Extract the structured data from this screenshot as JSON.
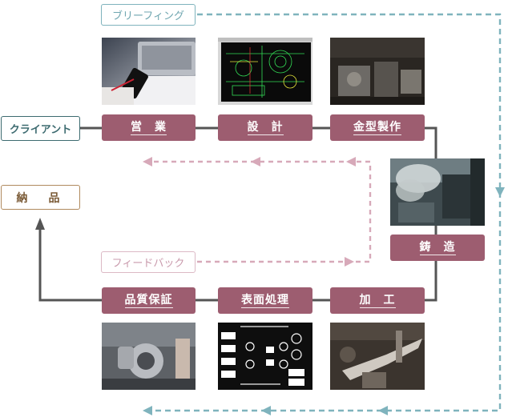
{
  "client_label": "クライアント",
  "delivery_label": "納　品",
  "briefing_label": "ブリーフィング",
  "feedback_label": "フィードバック",
  "steps": {
    "sales": "営　業",
    "design": "設　計",
    "mold": "金型製作",
    "casting": "鋳　造",
    "machining": "加　工",
    "surface": "表面処理",
    "quality": "品質保証"
  },
  "colors": {
    "step_fill": "#9d5d70",
    "flow_line": "#555555",
    "briefing_dash": "#7fb3bd",
    "feedback_dash": "#d7a9b9"
  }
}
